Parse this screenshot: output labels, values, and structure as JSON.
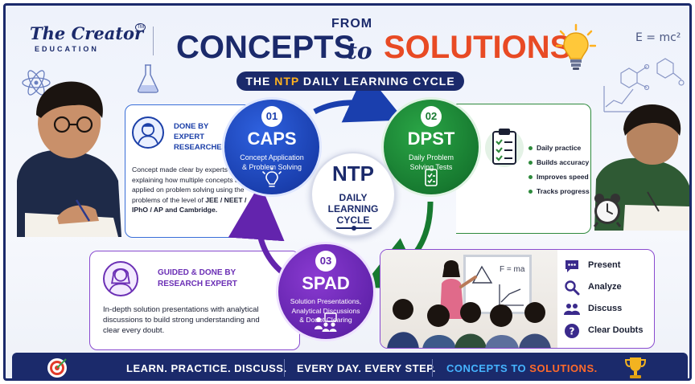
{
  "header": {
    "logo_part1": "The",
    "logo_part2": "Creator",
    "logo_tagline": "EDUCATION",
    "logo_tm": "TM",
    "title_from": "FROM",
    "title_concepts": "CONCEPTS",
    "title_to": "to",
    "title_solutions": "SOLUTIONS",
    "formula": "E = mc²",
    "subtitle_before": "THE ",
    "subtitle_highlight": "NTP",
    "subtitle_after": " DAILY LEARNING CYCLE"
  },
  "center": {
    "title": "NTP",
    "sub_line1": "DAILY",
    "sub_line2": "LEARNING",
    "sub_line3": "CYCLE"
  },
  "steps": [
    {
      "number": "01",
      "code": "CAPS",
      "name_line1": "Concept Application",
      "name_line2": "& Problem Solving",
      "icon": "lightbulb-icon"
    },
    {
      "number": "02",
      "code": "DPST",
      "name_line1": "Daily Problem",
      "name_line2": "Solving Tests",
      "icon": "clipboard-check-icon"
    },
    {
      "number": "03",
      "code": "SPAD",
      "name_line1": "Solution Presentations,",
      "name_line2": "Analytical Discussions",
      "name_line3": "& Doubt Clearing",
      "icon": "presentation-group-icon"
    }
  ],
  "caps_info": {
    "who_line1": "DONE BY",
    "who_line2": "EXPERT",
    "who_line3": "RESEARCHER",
    "desc_text": "Concept made clear by experts by explaining how multiple concepts are applied on problem solving using the problems of the level of",
    "desc_bold": "JEE / NEET / IPhO / AP",
    "desc_end": "and Cambridge."
  },
  "dpst_info": {
    "bullets": [
      "Daily practice",
      "Builds accuracy",
      "Improves speed",
      "Tracks progress"
    ]
  },
  "spad_info": {
    "who_line1": "GUIDED & DONE BY",
    "who_line2": "RESEARCH EXPERT",
    "desc": "In-depth solution presentations with analytical discussions to build strong understanding and clear every doubt."
  },
  "classroom": {
    "board_formula": "F = ma",
    "actions": [
      {
        "label": "Present",
        "icon": "speech-bubble-icon"
      },
      {
        "label": "Analyze",
        "icon": "magnifier-icon"
      },
      {
        "label": "Discuss",
        "icon": "people-icon"
      },
      {
        "label": "Clear Doubts",
        "icon": "question-icon"
      }
    ]
  },
  "footer": {
    "seg1": "LEARN. PRACTICE. DISCUSS.",
    "seg2": "EVERY DAY. EVERY STEP.",
    "seg3_part1": "CONCEPTS TO",
    "seg3_part2": " SOLUTIONS."
  },
  "colors": {
    "navy": "#1b2a6b",
    "caps_blue": "#1a3fae",
    "dpst_green": "#177a30",
    "spad_purple": "#6324ad",
    "orange": "#e84a24",
    "gold": "#ffb11f"
  }
}
